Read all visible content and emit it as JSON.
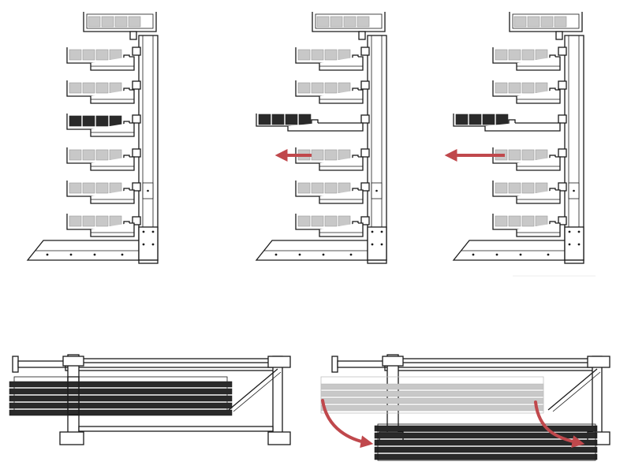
{
  "colors": {
    "background": "#ffffff",
    "line": "#1a1a1a",
    "arm_fill": "#ffffff",
    "load_grey": "#c8c8c8",
    "load_dark": "#2a2a2a",
    "arrow_red": "#c0484c",
    "faint_text": "#eeeeee"
  },
  "top_panels": [
    {
      "id": "rack-static",
      "levels": 6,
      "selected_level": 3,
      "selected_state": "stored",
      "arrow": "none"
    },
    {
      "id": "rack-extending",
      "levels": 6,
      "selected_level": 3,
      "selected_state": "partially-extended",
      "arrow": "left"
    },
    {
      "id": "rack-extended",
      "levels": 6,
      "selected_level": 3,
      "selected_state": "fully-extended",
      "arrow": "left"
    }
  ],
  "bottom_panels": [
    {
      "id": "plan-view-stored",
      "load_state": "stored",
      "arrows": "none"
    },
    {
      "id": "plan-view-extended",
      "load_state": "extended",
      "arrows": "curved-down-right"
    }
  ],
  "icons": {
    "arrow_left": "arrow-left-icon",
    "arrow_curved": "curved-arrow-icon"
  }
}
